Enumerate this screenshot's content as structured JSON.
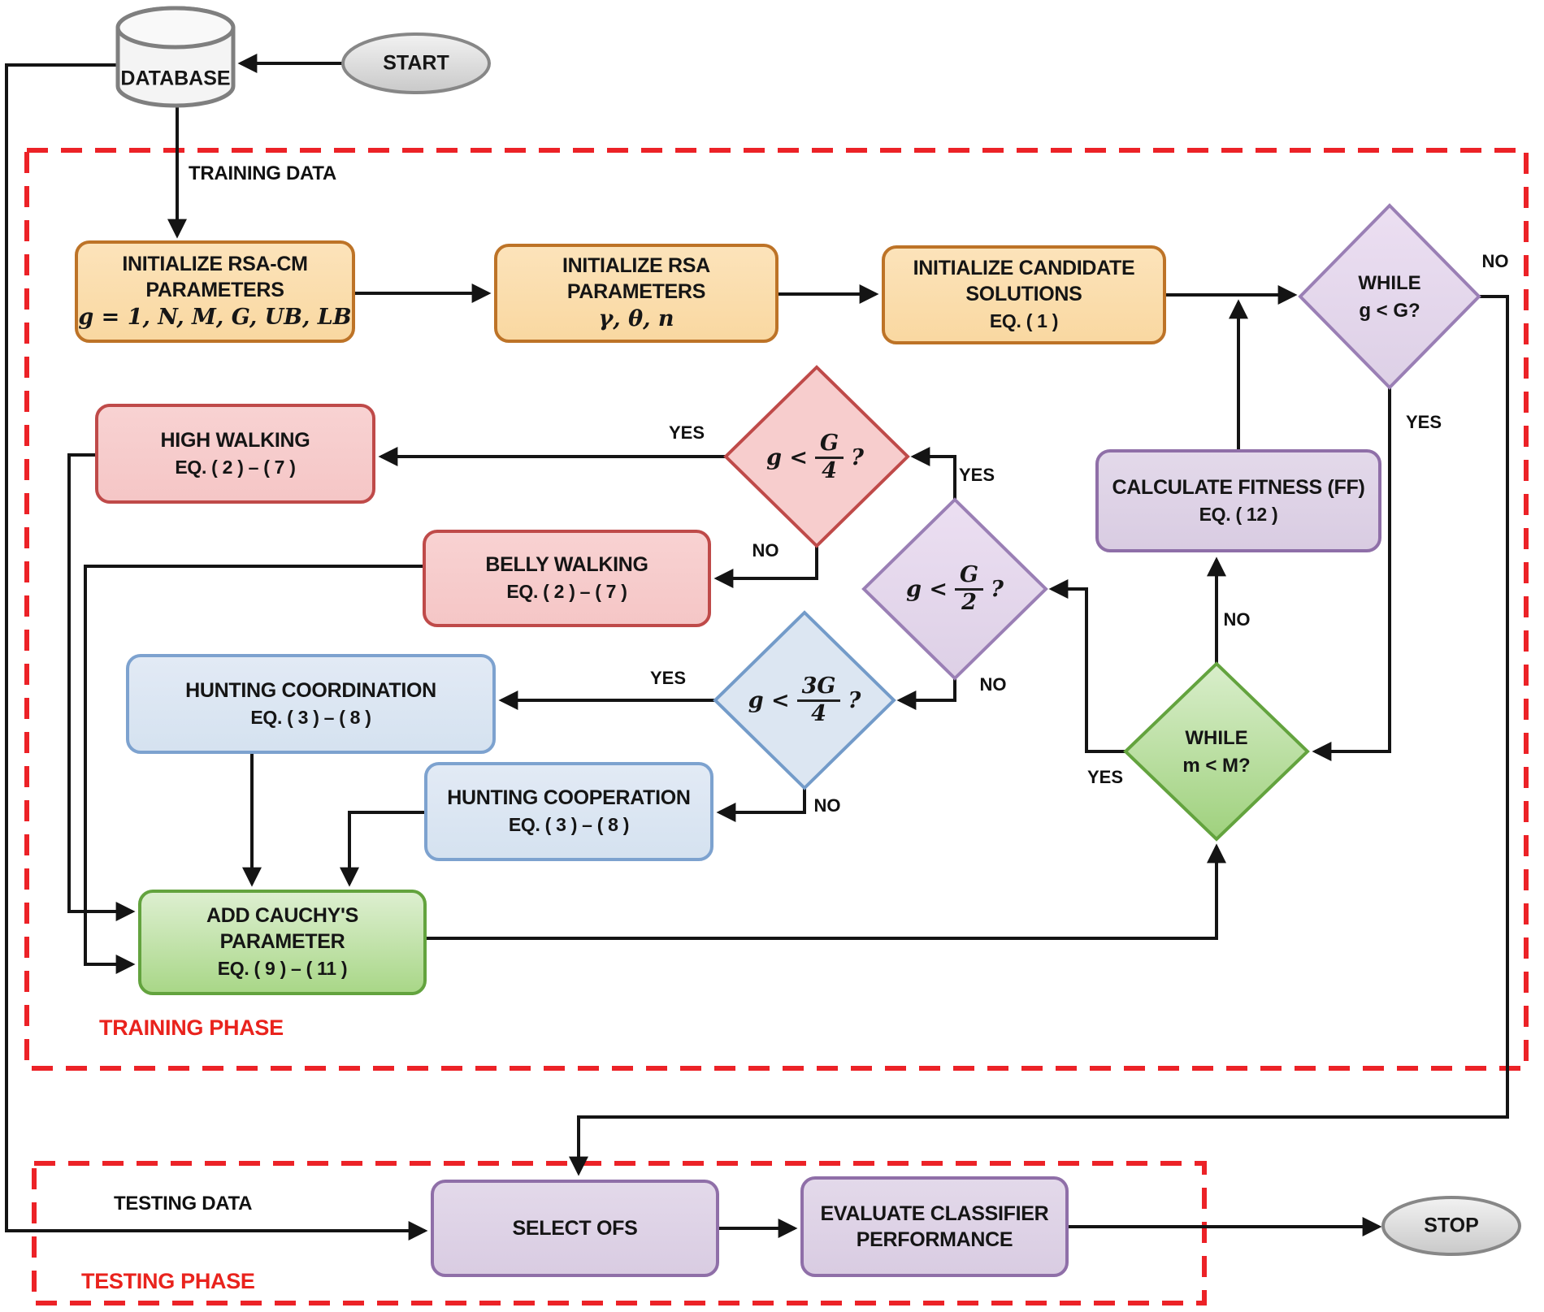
{
  "nodes": {
    "database": {
      "label": "DATABASE"
    },
    "start": {
      "label": "START"
    },
    "stop": {
      "label": "STOP"
    },
    "init_rsa_cm": {
      "line1": "INITIALIZE RSA-CM",
      "line2": "PARAMETERS",
      "math": "g = 1, N, M, G, UB, LB"
    },
    "init_rsa": {
      "line1": "INITIALIZE RSA",
      "line2": "PARAMETERS",
      "math": "γ, θ, n"
    },
    "init_candidate": {
      "line1": "INITIALIZE CANDIDATE",
      "line2": "SOLUTIONS",
      "eq": "EQ. ( 1 )"
    },
    "while_g": {
      "line1": "WHILE",
      "line2": "g < G?"
    },
    "calc_fitness": {
      "line1": "CALCULATE FITNESS (FF)",
      "eq": "EQ. ( 12 )"
    },
    "g_quarter": {
      "prefix": "g <",
      "num": "G",
      "den": "4",
      "suffix": "?"
    },
    "g_half": {
      "prefix": "g <",
      "num": "G",
      "den": "2",
      "suffix": "?"
    },
    "g_three_quarter": {
      "prefix": "g <",
      "num": "3G",
      "den": "4",
      "suffix": "?"
    },
    "while_m": {
      "line1": "WHILE",
      "line2": "m < M?"
    },
    "high_walking": {
      "line1": "HIGH WALKING",
      "eq": "EQ. ( 2 ) – ( 7 )"
    },
    "belly_walking": {
      "line1": "BELLY WALKING",
      "eq": "EQ. ( 2 ) – ( 7 )"
    },
    "hunting_coordination": {
      "line1": "HUNTING COORDINATION",
      "eq": "EQ. ( 3 ) – ( 8 )"
    },
    "hunting_cooperation": {
      "line1": "HUNTING COOPERATION",
      "eq": "EQ. ( 3 ) – ( 8 )"
    },
    "add_cauchy": {
      "line1": "ADD CAUCHY'S PARAMETER",
      "eq": "EQ. ( 9 ) – ( 11 )"
    },
    "select_ofs": {
      "label": "SELECT OFS"
    },
    "evaluate": {
      "line1": "EVALUATE CLASSIFIER",
      "line2": "PERFORMANCE"
    }
  },
  "phases": {
    "training": "TRAINING PHASE",
    "testing": "TESTING PHASE"
  },
  "edge_labels": {
    "training_data": "TRAINING DATA",
    "testing_data": "TESTING DATA",
    "while_g_no": "NO",
    "while_g_yes": "YES",
    "g_quarter_yes": "YES",
    "g_quarter_no": "NO",
    "g_half_yes": "YES",
    "g_half_no": "NO",
    "g_three_quarter_yes": "YES",
    "g_three_quarter_no": "NO",
    "while_m_no": "NO",
    "while_m_yes": "YES"
  },
  "colors": {
    "phase_dash_red": "#ec2227",
    "orange_fill": "#f9d8a1",
    "orange_border": "#bd7327",
    "pink_fill": "#f5c6c6",
    "pink_border": "#bf4a49",
    "blue_fill": "#d5e2f0",
    "blue_border": "#7da2cf",
    "purple_fill": "#d9cce2",
    "purple_border": "#8f6fa8",
    "green_fill": "#a9d788",
    "green_border": "#63a33e",
    "terminal_gray_fill": "#d9d9d9",
    "terminal_gray_border": "#878787",
    "connector": "#141414"
  }
}
